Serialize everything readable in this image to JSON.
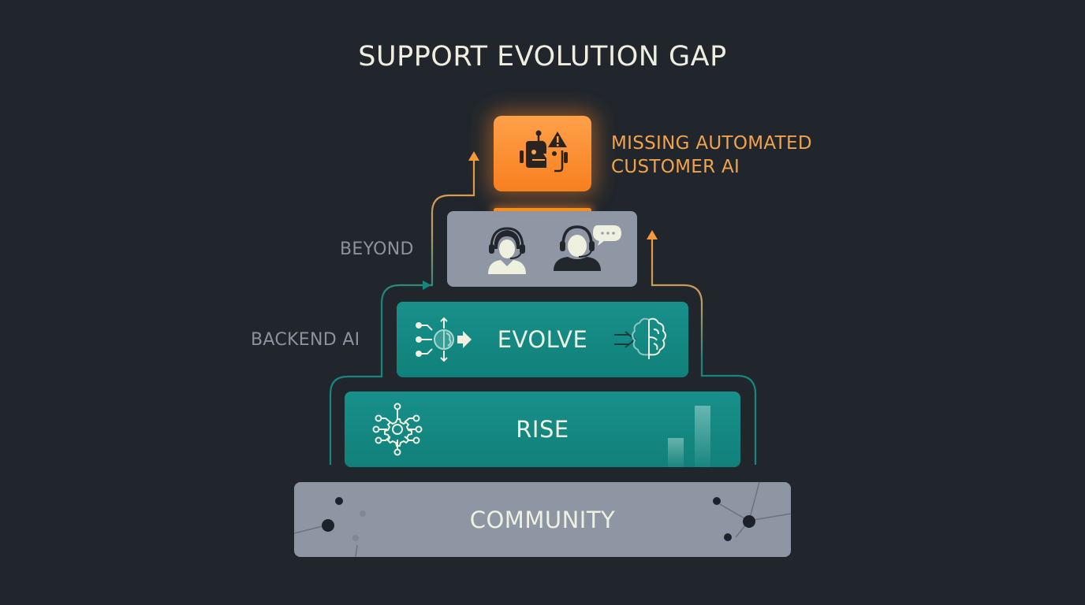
{
  "title": "SUPPORT EVOLUTION GAP",
  "colors": {
    "background": "#21262c",
    "teal": "#138a84",
    "gray": "#8e96a3",
    "orange": "#f7901e",
    "label_gray": "#8a929d",
    "title_text": "#eeeee0"
  },
  "tiers": [
    {
      "id": "community",
      "label": "COMMUNITY",
      "icons": [
        "network-nodes-icon",
        "network-nodes-icon"
      ]
    },
    {
      "id": "rise",
      "label": "RISE",
      "icons": [
        "gear-network-icon",
        "bar-chart-icon"
      ]
    },
    {
      "id": "evolve",
      "label": "EVOLVE",
      "icons": [
        "brain-network-icon",
        "brain-arrow-icon"
      ],
      "side_label": "BACKEND AI"
    },
    {
      "id": "beyond",
      "label": "",
      "icons": [
        "female-agent-headset-icon",
        "male-agent-headset-chat-icon"
      ],
      "side_label": "BEYOND"
    },
    {
      "id": "gap",
      "label": "",
      "icons": [
        "robot-warning-icon"
      ],
      "side_label": "MISSING AUTOMATED CUSTOMER AI"
    }
  ],
  "gap_label": {
    "line1": "MISSING AUTOMATED",
    "line2": "CUSTOMER AI"
  }
}
